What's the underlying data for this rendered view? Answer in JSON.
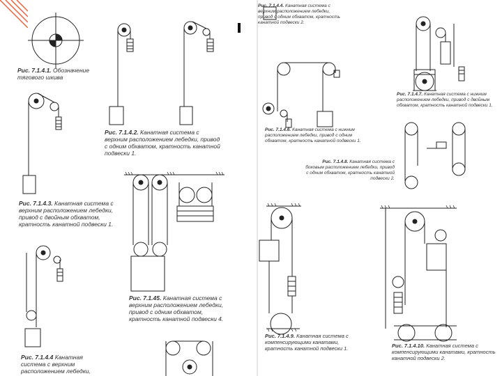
{
  "slide": {
    "accent_color": "#e8603c",
    "line_color": "#222222",
    "fill_color": "#ffffff"
  },
  "captions": {
    "c_7_1_4_1": {
      "num": "Рис. 7.1.4.1.",
      "text": "Обозначение тягового шкива"
    },
    "c_7_1_4_2": {
      "num": "Рис. 7.1.4.2.",
      "text": "Канатная система с верхним расположением лебедки, привод с одним обхватом, кратность канатной подвески 1."
    },
    "c_7_1_4_3": {
      "num": "Рис. 7.1.4.3.",
      "text": "Канатная система с верхним расположением лебедки, привод с двойным обхватом, кратность канатной подвески 1."
    },
    "c_7_1_4_4": {
      "num": "Рис. 7.1.4.4",
      "text": "Канатная система с верхним расположением лебедки,"
    },
    "c_7_1_4_5": {
      "num": "Рис. 7.1.45.",
      "text": "Канатная система с верхним расположением лебедки, привод с одним обхватом, кратность канатной подвески 4."
    },
    "c_7_1_4_4b": {
      "num": "Рис. 7.1.4.4.",
      "text": "Канатная система с верхним расположением лебедки, привод с одним обхватом, кратность канатной подвески 2."
    },
    "c_7_1_4_6": {
      "num": "Рис. 7.1.4.6.",
      "text": "Канатная система с нижним расположением лебедки, привод с одним обхватом, кратность канатной подвески 1."
    },
    "c_7_1_4_7": {
      "num": "Рис. 7.1.4.7.",
      "text": "Канатная система с нижним расположением лебедки, привод с двойным обхватом, кратность канатной подвески 1."
    },
    "c_7_1_4_8": {
      "num": "Рис. 7.1.4.8.",
      "text": "Канатная система с боковым расположением лебедки, привод с одним обхватом, кратность канатной подвески 2."
    },
    "c_7_1_4_9": {
      "num": "Рис. 7.1.4.9.",
      "text": "Канатная система с компенсирующими канатами, кратность канатной подвески 1."
    },
    "c_7_1_4_10": {
      "num": "Рис. 7.1.4.10.",
      "text": "Канатная система с компенсирующими канатами, кратность канатной подвески 2."
    }
  }
}
